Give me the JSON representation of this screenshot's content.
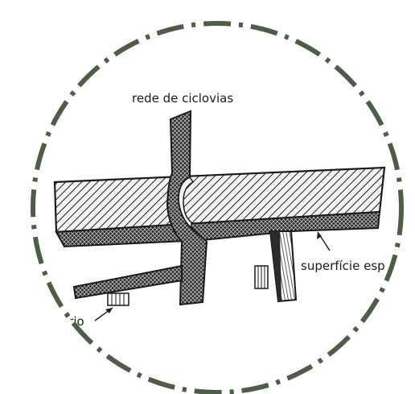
{
  "labels": {
    "bike_network": "rede de ciclovias",
    "special_surface": "superfície esp",
    "rack_cut": "ário"
  },
  "colors": {
    "frame_stroke": "#4c5e46",
    "ink": "#1a1a1a",
    "background": "#ffffff"
  },
  "icons": {
    "bike_rack": "bike-rack-icon"
  }
}
